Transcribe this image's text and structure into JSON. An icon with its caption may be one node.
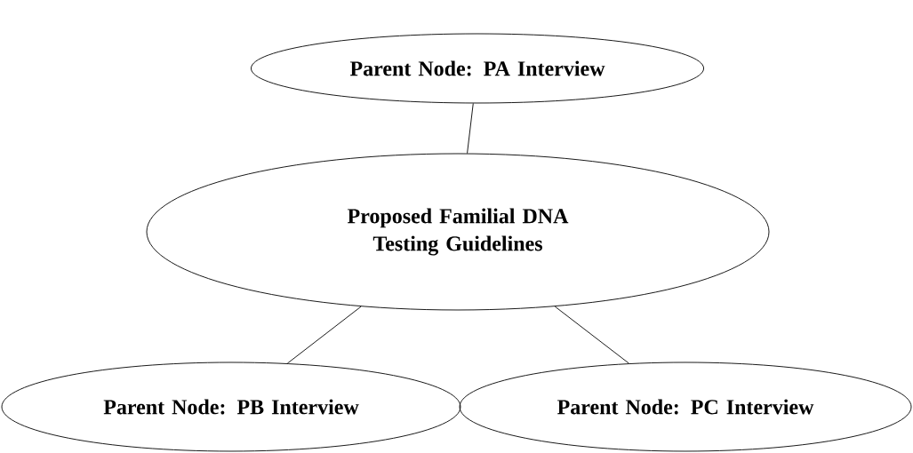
{
  "diagram": {
    "nodes": [
      {
        "text": [
          "Parent Node: PA Interview"
        ]
      },
      {
        "text": [
          "Proposed Familial DNA Testing Guidelines"
        ]
      },
      {
        "text": [
          "Parent Node: PB Interview"
        ]
      },
      {
        "text": [
          "Parent Node: PC Interview"
        ]
      }
    ],
    "edges": [
      {
        "from": 0,
        "to": 1,
        "arrow": "none"
      },
      {
        "from": 1,
        "to": 2,
        "arrow": "none"
      },
      {
        "from": 1,
        "to": 3,
        "arrow": "none"
      }
    ]
  }
}
